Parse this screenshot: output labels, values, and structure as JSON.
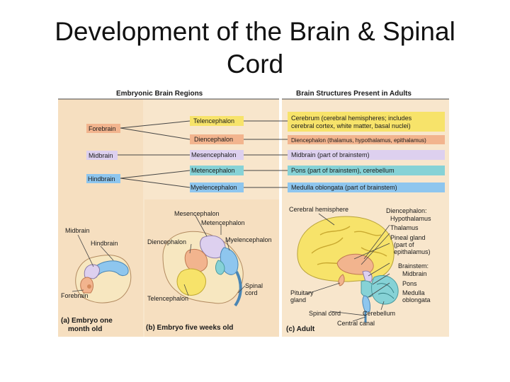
{
  "title": {
    "line1": "Development of the Brain & Spinal",
    "line2": "Cord"
  },
  "headers": {
    "left": "Embryonic Brain Regions",
    "right": "Brain Structures Present in Adults"
  },
  "primary_vesicles": [
    "Forebrain",
    "Midbrain",
    "Hindbrain"
  ],
  "secondary_vesicles": [
    "Telencephalon",
    "Diencephalon",
    "Mesencephalon",
    "Metencephalon",
    "Myelencephalon"
  ],
  "adult_structures": [
    {
      "line1": "Cerebrum (cerebral hemispheres; includes",
      "line2": "cerebral cortex, white matter, basal nuclei)",
      "color": "#f7e36a"
    },
    {
      "line1": "Diencephalon (thalamus, hypothalamus, epithalamus)",
      "color": "#f2b48e"
    },
    {
      "line1": "Midbrain (part of brainstem)",
      "color": "#ddd0ef"
    },
    {
      "line1": "Pons (part of brainstem),  cerebellum",
      "color": "#86d2d6"
    },
    {
      "line1": "Medulla oblongata (part of brainstem)",
      "color": "#8ec6ee"
    }
  ],
  "panel_a": {
    "labels": [
      "Midbrain",
      "Hindbrain",
      "Forebrain"
    ],
    "caption1": "(a) Embryo one",
    "caption2": "month old"
  },
  "panel_b": {
    "labels": [
      "Mesencephalon",
      "Metencephalon",
      "Diencephalon",
      "Myelencephalon",
      "Spinal",
      "cord",
      "Telencephalon"
    ],
    "caption": "(b) Embryo five weeks old"
  },
  "panel_c": {
    "labels": [
      "Cerebral hemisphere",
      "Diencephalon:",
      "Hypothalamus",
      "Thalamus",
      "Pineal gland",
      "(part of",
      "epithalamus)",
      "Brainstem:",
      "Midbrain",
      "Pons",
      "Medulla",
      "oblongata",
      "Pituitary",
      "gland",
      "Spinal cord",
      "Cerebellum",
      "Central canal"
    ],
    "caption": "(c) Adult"
  },
  "colors": {
    "panel_bg": "#f8e6cc",
    "header_bg": "#ffffff",
    "line": "#444444"
  }
}
